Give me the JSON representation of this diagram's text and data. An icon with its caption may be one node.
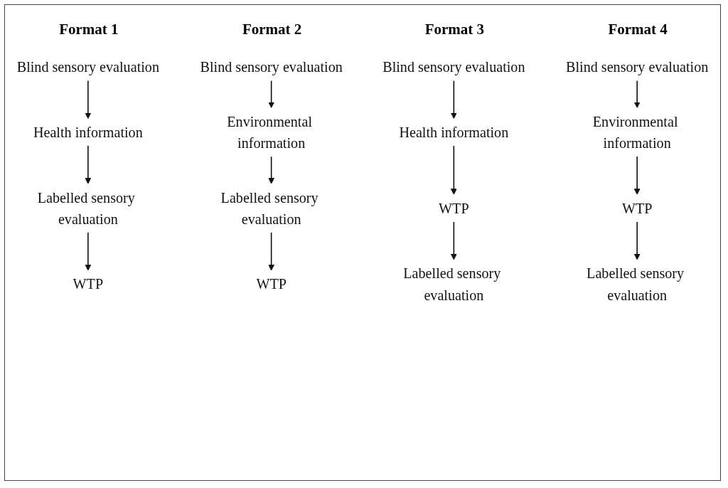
{
  "diagram": {
    "nodes": [
      {
        "text": [
          "Blind sensory evaluation"
        ]
      },
      {
        "text": [
          "Health information"
        ]
      },
      {
        "text": [
          "Labelled sensory evaluation"
        ]
      },
      {
        "text": [
          "WTP"
        ]
      },
      {
        "text": [
          "Blind sensory evaluation"
        ]
      },
      {
        "text": [
          "Environmental information"
        ]
      },
      {
        "text": [
          "Labelled sensory evaluation"
        ]
      },
      {
        "text": [
          "WTP"
        ]
      },
      {
        "text": [
          "Blind sensory evaluation"
        ]
      },
      {
        "text": [
          "Health information"
        ]
      },
      {
        "text": [
          "WTP"
        ]
      },
      {
        "text": [
          "Labelled sensory evaluation"
        ]
      },
      {
        "text": [
          "Blind sensory evaluation"
        ]
      },
      {
        "text": [
          "Environmental information"
        ]
      },
      {
        "text": [
          "WTP"
        ]
      },
      {
        "text": [
          "Labelled sensory evaluation"
        ]
      }
    ],
    "edges": [
      {
        "from": 0,
        "to": 1,
        "arrow": "to"
      },
      {
        "from": 1,
        "to": 2,
        "arrow": "to"
      },
      {
        "from": 2,
        "to": 3,
        "arrow": "to"
      },
      {
        "from": 4,
        "to": 5,
        "arrow": "to"
      },
      {
        "from": 5,
        "to": 6,
        "arrow": "to"
      },
      {
        "from": 6,
        "to": 7,
        "arrow": "to"
      },
      {
        "from": 8,
        "to": 9,
        "arrow": "to"
      },
      {
        "from": 9,
        "to": 10,
        "arrow": "to"
      },
      {
        "from": 10,
        "to": 11,
        "arrow": "to"
      },
      {
        "from": 12,
        "to": 13,
        "arrow": "to"
      },
      {
        "from": 13,
        "to": 14,
        "arrow": "to"
      },
      {
        "from": 14,
        "to": 15,
        "arrow": "to"
      }
    ],
    "labels": [
      "Format 1",
      "Format 2",
      "Format 3",
      "Format 4"
    ]
  }
}
